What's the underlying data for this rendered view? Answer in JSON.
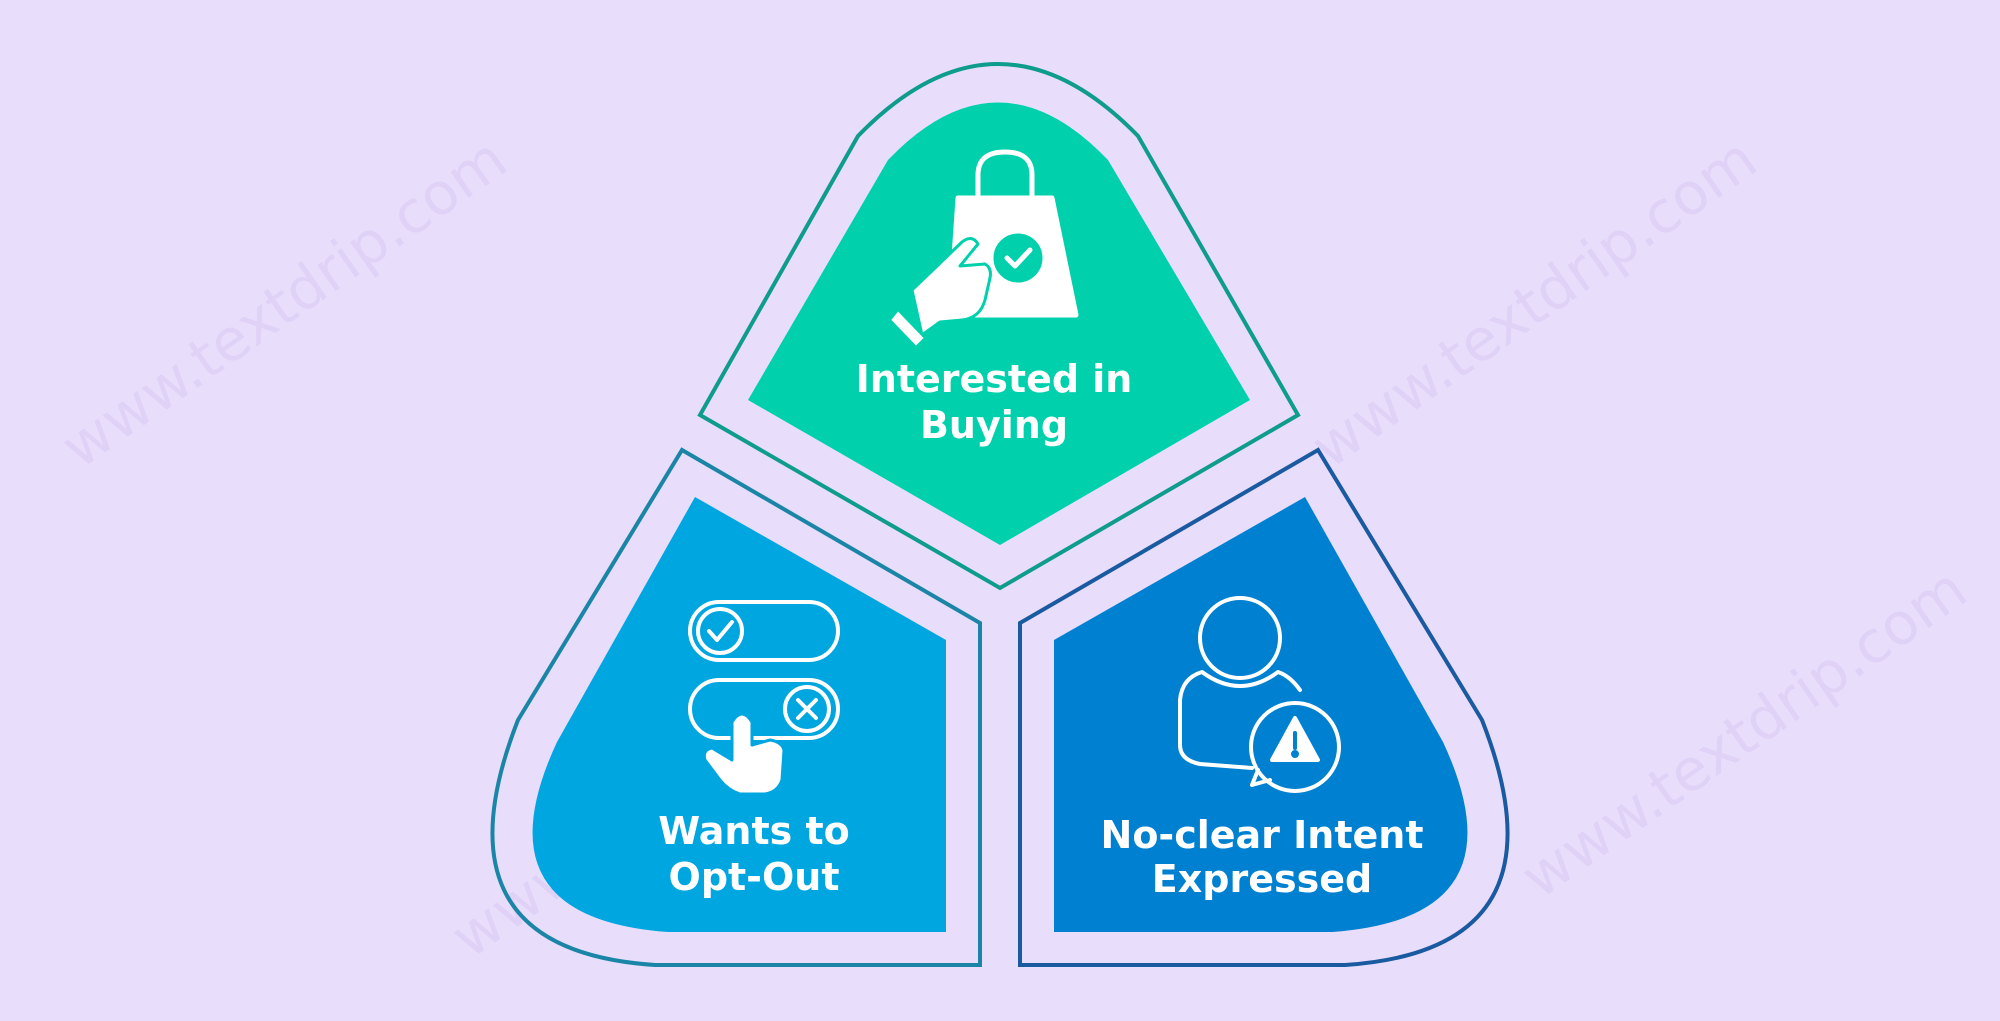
{
  "watermark": "www.textdrip.com",
  "colors": {
    "background": "#e9ddfc",
    "top_fill": "#00d1ac",
    "top_outline": "#0e9c8c",
    "left_fill": "#00a6e0",
    "left_outline": "#1a85a6",
    "right_fill": "#0080d0",
    "right_outline": "#1a5aa0"
  },
  "segments": {
    "top": {
      "icon": "shopping-bag-touch-icon",
      "line1": "Interested in",
      "line2": "Buying"
    },
    "left": {
      "icon": "toggle-switches-icon",
      "line1": "Wants to",
      "line2": "Opt-Out"
    },
    "right": {
      "icon": "user-alert-icon",
      "line1": "No-clear Intent",
      "line2": "Expressed"
    }
  }
}
